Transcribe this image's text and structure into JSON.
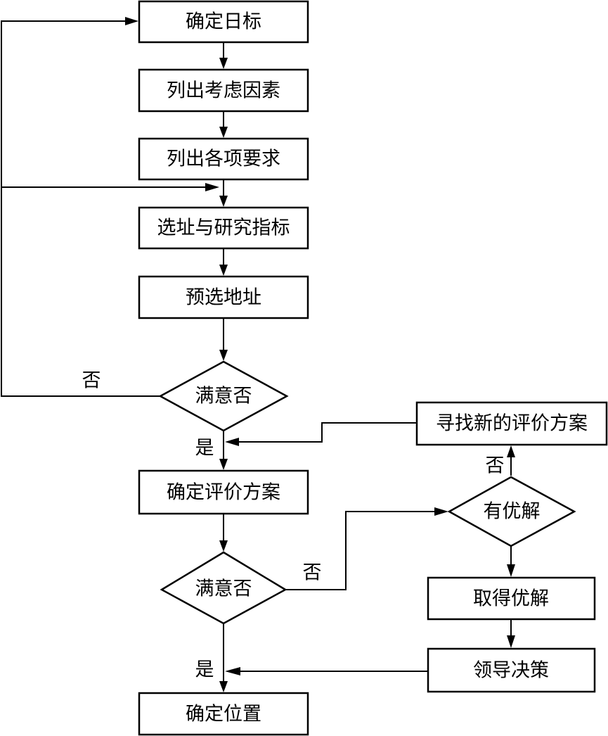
{
  "nodes": {
    "determine_goal": "确定日标",
    "list_factors": "列出考虑因素",
    "list_requirements": "列出各项要求",
    "siting_indicators": "选址与研究指标",
    "preselect_site": "预选地址",
    "satisfied_1": "满意否",
    "determine_eval_plan": "确定评价方案",
    "satisfied_2": "满意否",
    "confirm_location": "确定位置",
    "find_new_eval_plan": "寻找新的评价方案",
    "has_optimal": "有优解",
    "obtain_optimal": "取得优解",
    "leadership_decision": "领导决策"
  },
  "edge_labels": {
    "no_1": "否",
    "yes_1": "是",
    "no_2": "否",
    "yes_2": "是",
    "no_3": "否"
  },
  "colors": {
    "stroke": "#000000",
    "background": "#ffffff"
  }
}
